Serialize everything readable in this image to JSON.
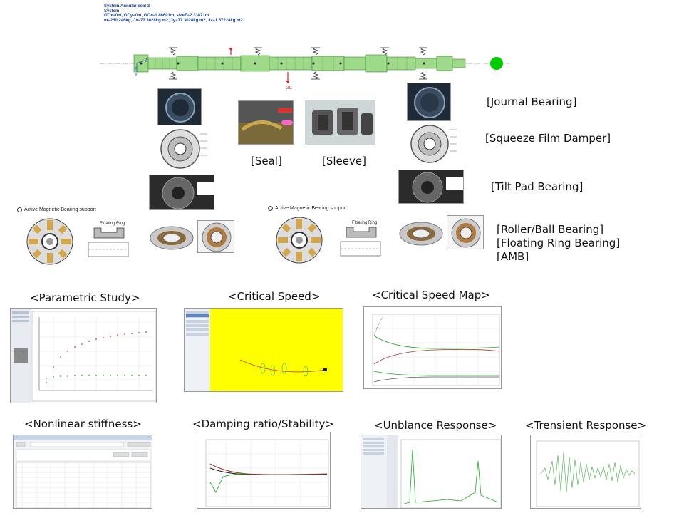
{
  "header": {
    "line1": "System.Annular seal 3",
    "line2": "System",
    "line3": "GCx=0m, GCy=0m, GCz=1.86601m, sizeZ=2.33871m",
    "line4": "m=250.246kg, Jx=77.3028kg m2, Jy=77.3028kg m2, Jz=1.57224kg m2"
  },
  "rotor": {
    "gc_label": "GC",
    "axis_x": "X",
    "axis_y": "Y",
    "axis_z": "Z"
  },
  "labels": {
    "journal": "[Journal Bearing]",
    "sfd": "[Squeeze Film Damper]",
    "seal": "[Seal]",
    "sleeve": "[Sleeve]",
    "tilt": "[Tilt Pad Bearing]",
    "roller": "[Roller/Ball Bearing]",
    "floating": "[Floating Ring Bearing]",
    "amb": "[AMB]"
  },
  "amb_support": {
    "left": "Active Magnetic Bearing support",
    "right": "Active Magnetic Bearing support"
  },
  "floating_ring": {
    "left": "Floating Ring",
    "right": "Floating Ring"
  },
  "sections": {
    "parametric": "<Parametric Study>",
    "critical_speed": "<Critical Speed>",
    "critical_map": "<Critical Speed Map>",
    "nonlinear": "<Nonlinear stiffness>",
    "damping": "<Damping ratio/Stability>",
    "unbalance": "<Unblance Response>",
    "transient": "<Trensient Response>"
  },
  "colors": {
    "rotor_fill": "#9fd98a",
    "rotor_edge": "#3a8a2a",
    "green_dot": "#00cc00",
    "yellow": "#ffff00",
    "header_blue": "#1b3f8f"
  }
}
